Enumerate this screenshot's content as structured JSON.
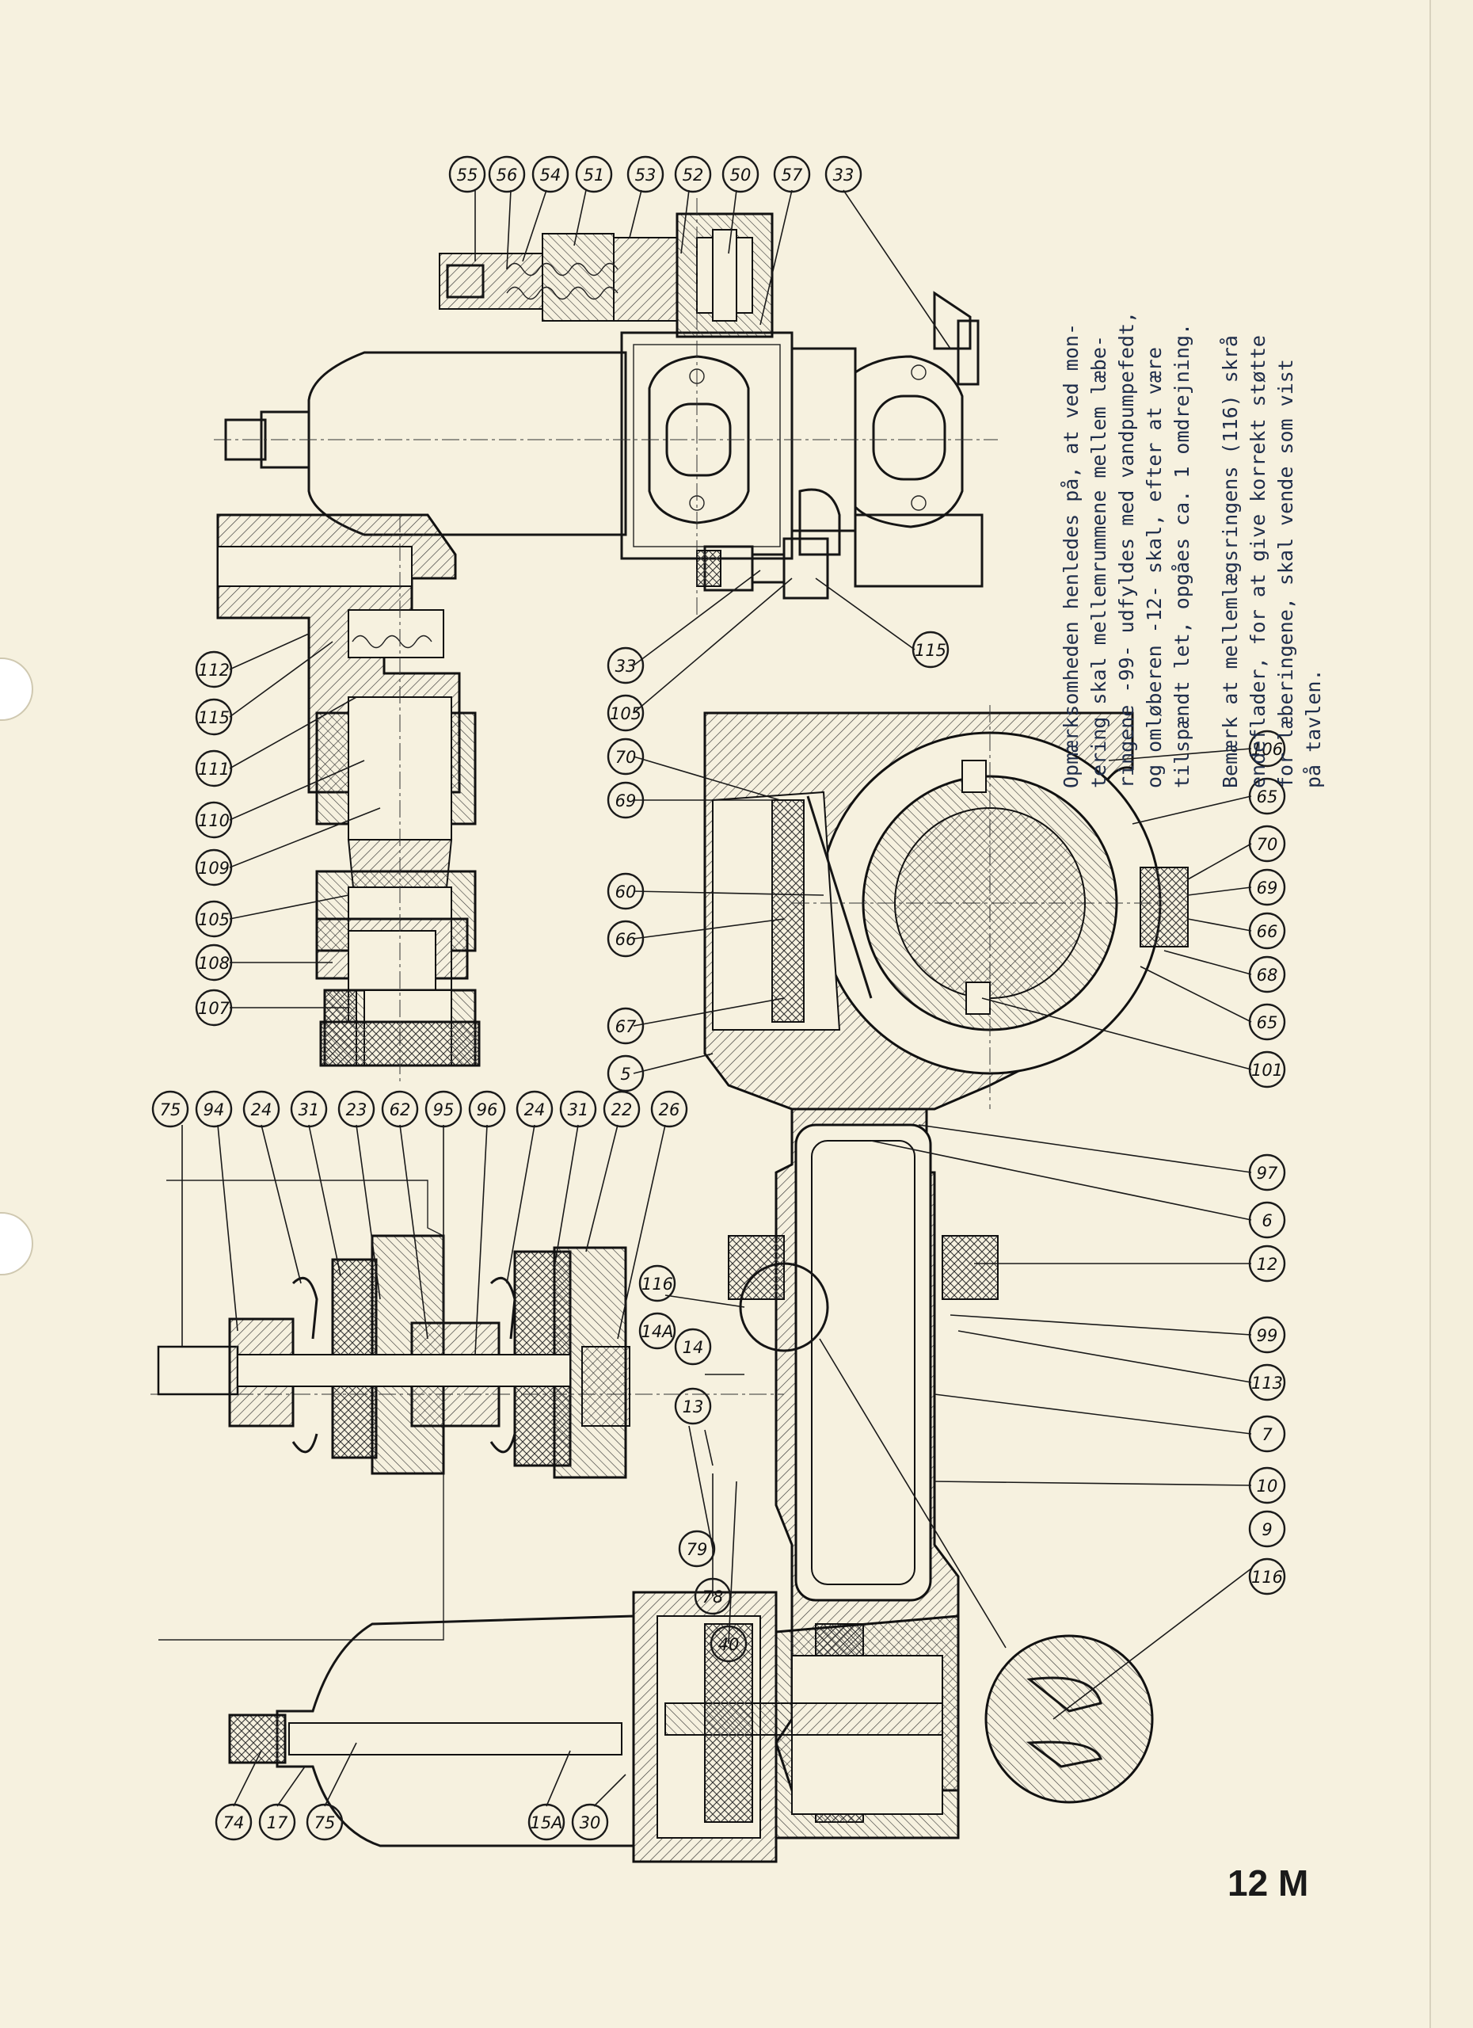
{
  "notes": {
    "paragraph_1": "Opmærksomheden henledes på, at ved mon-\ntering skal mellemrummene mellem læbe-\nringene -99- udfyldes med vandpumpefedt,\nog omløberen -12- skal, efter at være\ntilspændt let, opgåes ca. 1 omdrejning.",
    "paragraph_2": "Bemærk at mellemlægsringens (116) skrå\nendeflader, for at give korrekt støtte\nfor læberingene, skal vende som vist\npå tavlen."
  },
  "page_number": "12 M",
  "callouts": {
    "c1": "55",
    "c2": "56",
    "c3": "54",
    "c4": "51",
    "c5": "53",
    "c6": "52",
    "c7": "50",
    "c8": "57",
    "c9": "33",
    "c10": "112",
    "c11": "115",
    "c12": "111",
    "c13": "110",
    "c14": "109",
    "c15": "105",
    "c16": "108",
    "c17": "107",
    "c18": "33",
    "c19": "105",
    "c20": "115",
    "c21": "70",
    "c22": "69",
    "c23": "60",
    "c24": "66",
    "c25": "67",
    "c26": "5",
    "c27": "106",
    "c28": "65",
    "c29": "70",
    "c30": "69",
    "c31": "66",
    "c32": "68",
    "c33": "65",
    "c34": "101",
    "c35": "75",
    "c36": "94",
    "c37": "24",
    "c38": "31",
    "c39": "23",
    "c40": "62",
    "c41": "95",
    "c42": "96",
    "c43": "24",
    "c44": "31",
    "c45": "22",
    "c46": "26",
    "c47": "97",
    "c48": "6",
    "c49": "12",
    "c50": "99",
    "c51": "113",
    "c52": "7",
    "c53": "10",
    "c54": "9",
    "c55": "116",
    "c56": "116",
    "c57": "14A",
    "c58": "14",
    "c59": "13",
    "c60": "79",
    "c61": "78",
    "c62": "40",
    "c63": "74",
    "c64": "17",
    "c65": "75",
    "c66": "15A",
    "c67": "30"
  }
}
